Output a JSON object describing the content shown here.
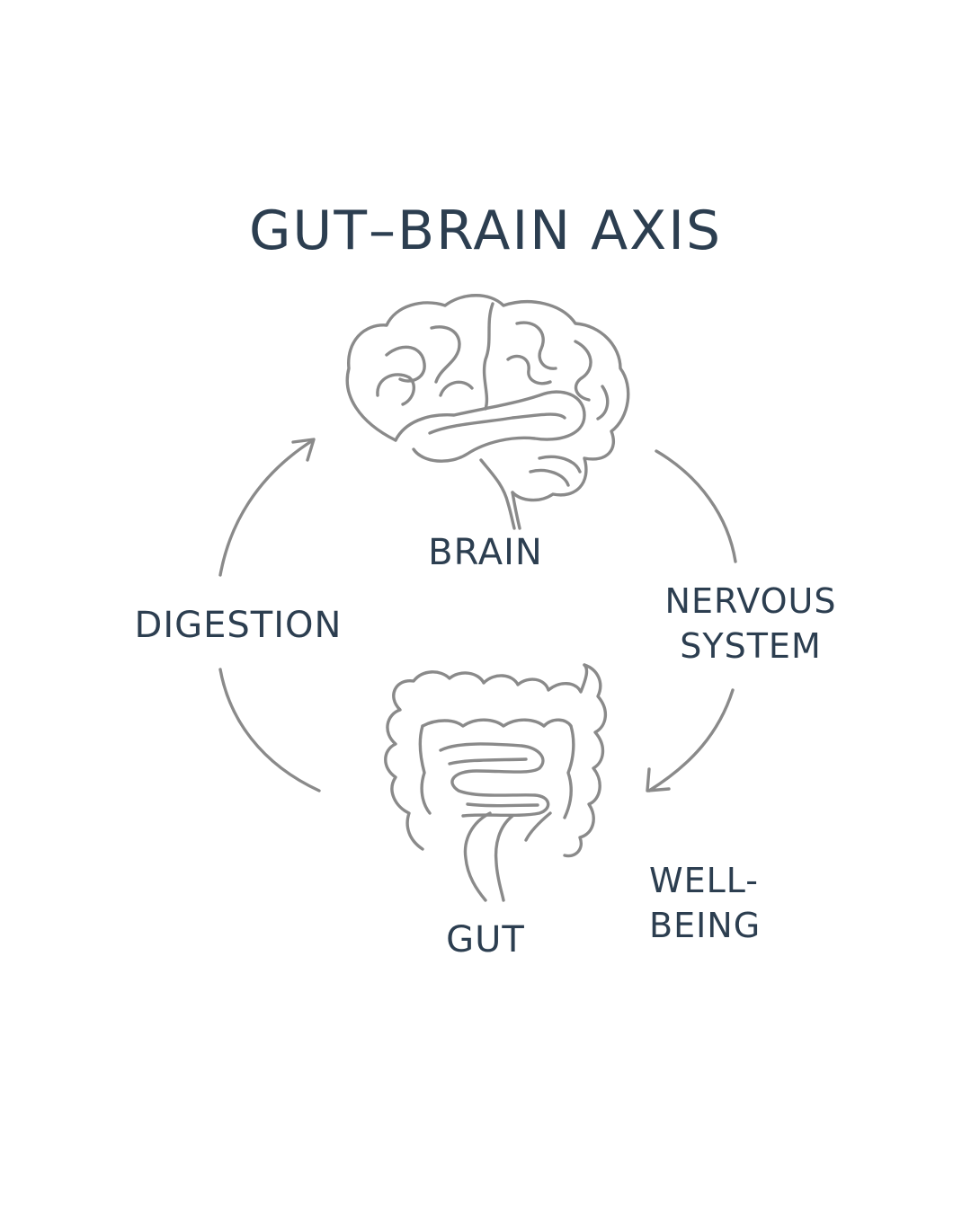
{
  "title": "GUT–BRAIN AXIS",
  "nodes": {
    "brain": "BRAIN",
    "gut": "GUT"
  },
  "connections": {
    "left": "DIGESTION",
    "right_line1": "NERVOUS",
    "right_line2": "SYSTEM",
    "bottom_right_line1": "WELL-",
    "bottom_right_line2": "BEING"
  },
  "icons": {
    "brain": "brain-icon",
    "gut": "intestines-icon"
  },
  "colors": {
    "text": "#2c3e50",
    "line": "#8a8a8a",
    "background": "#ffffff"
  }
}
